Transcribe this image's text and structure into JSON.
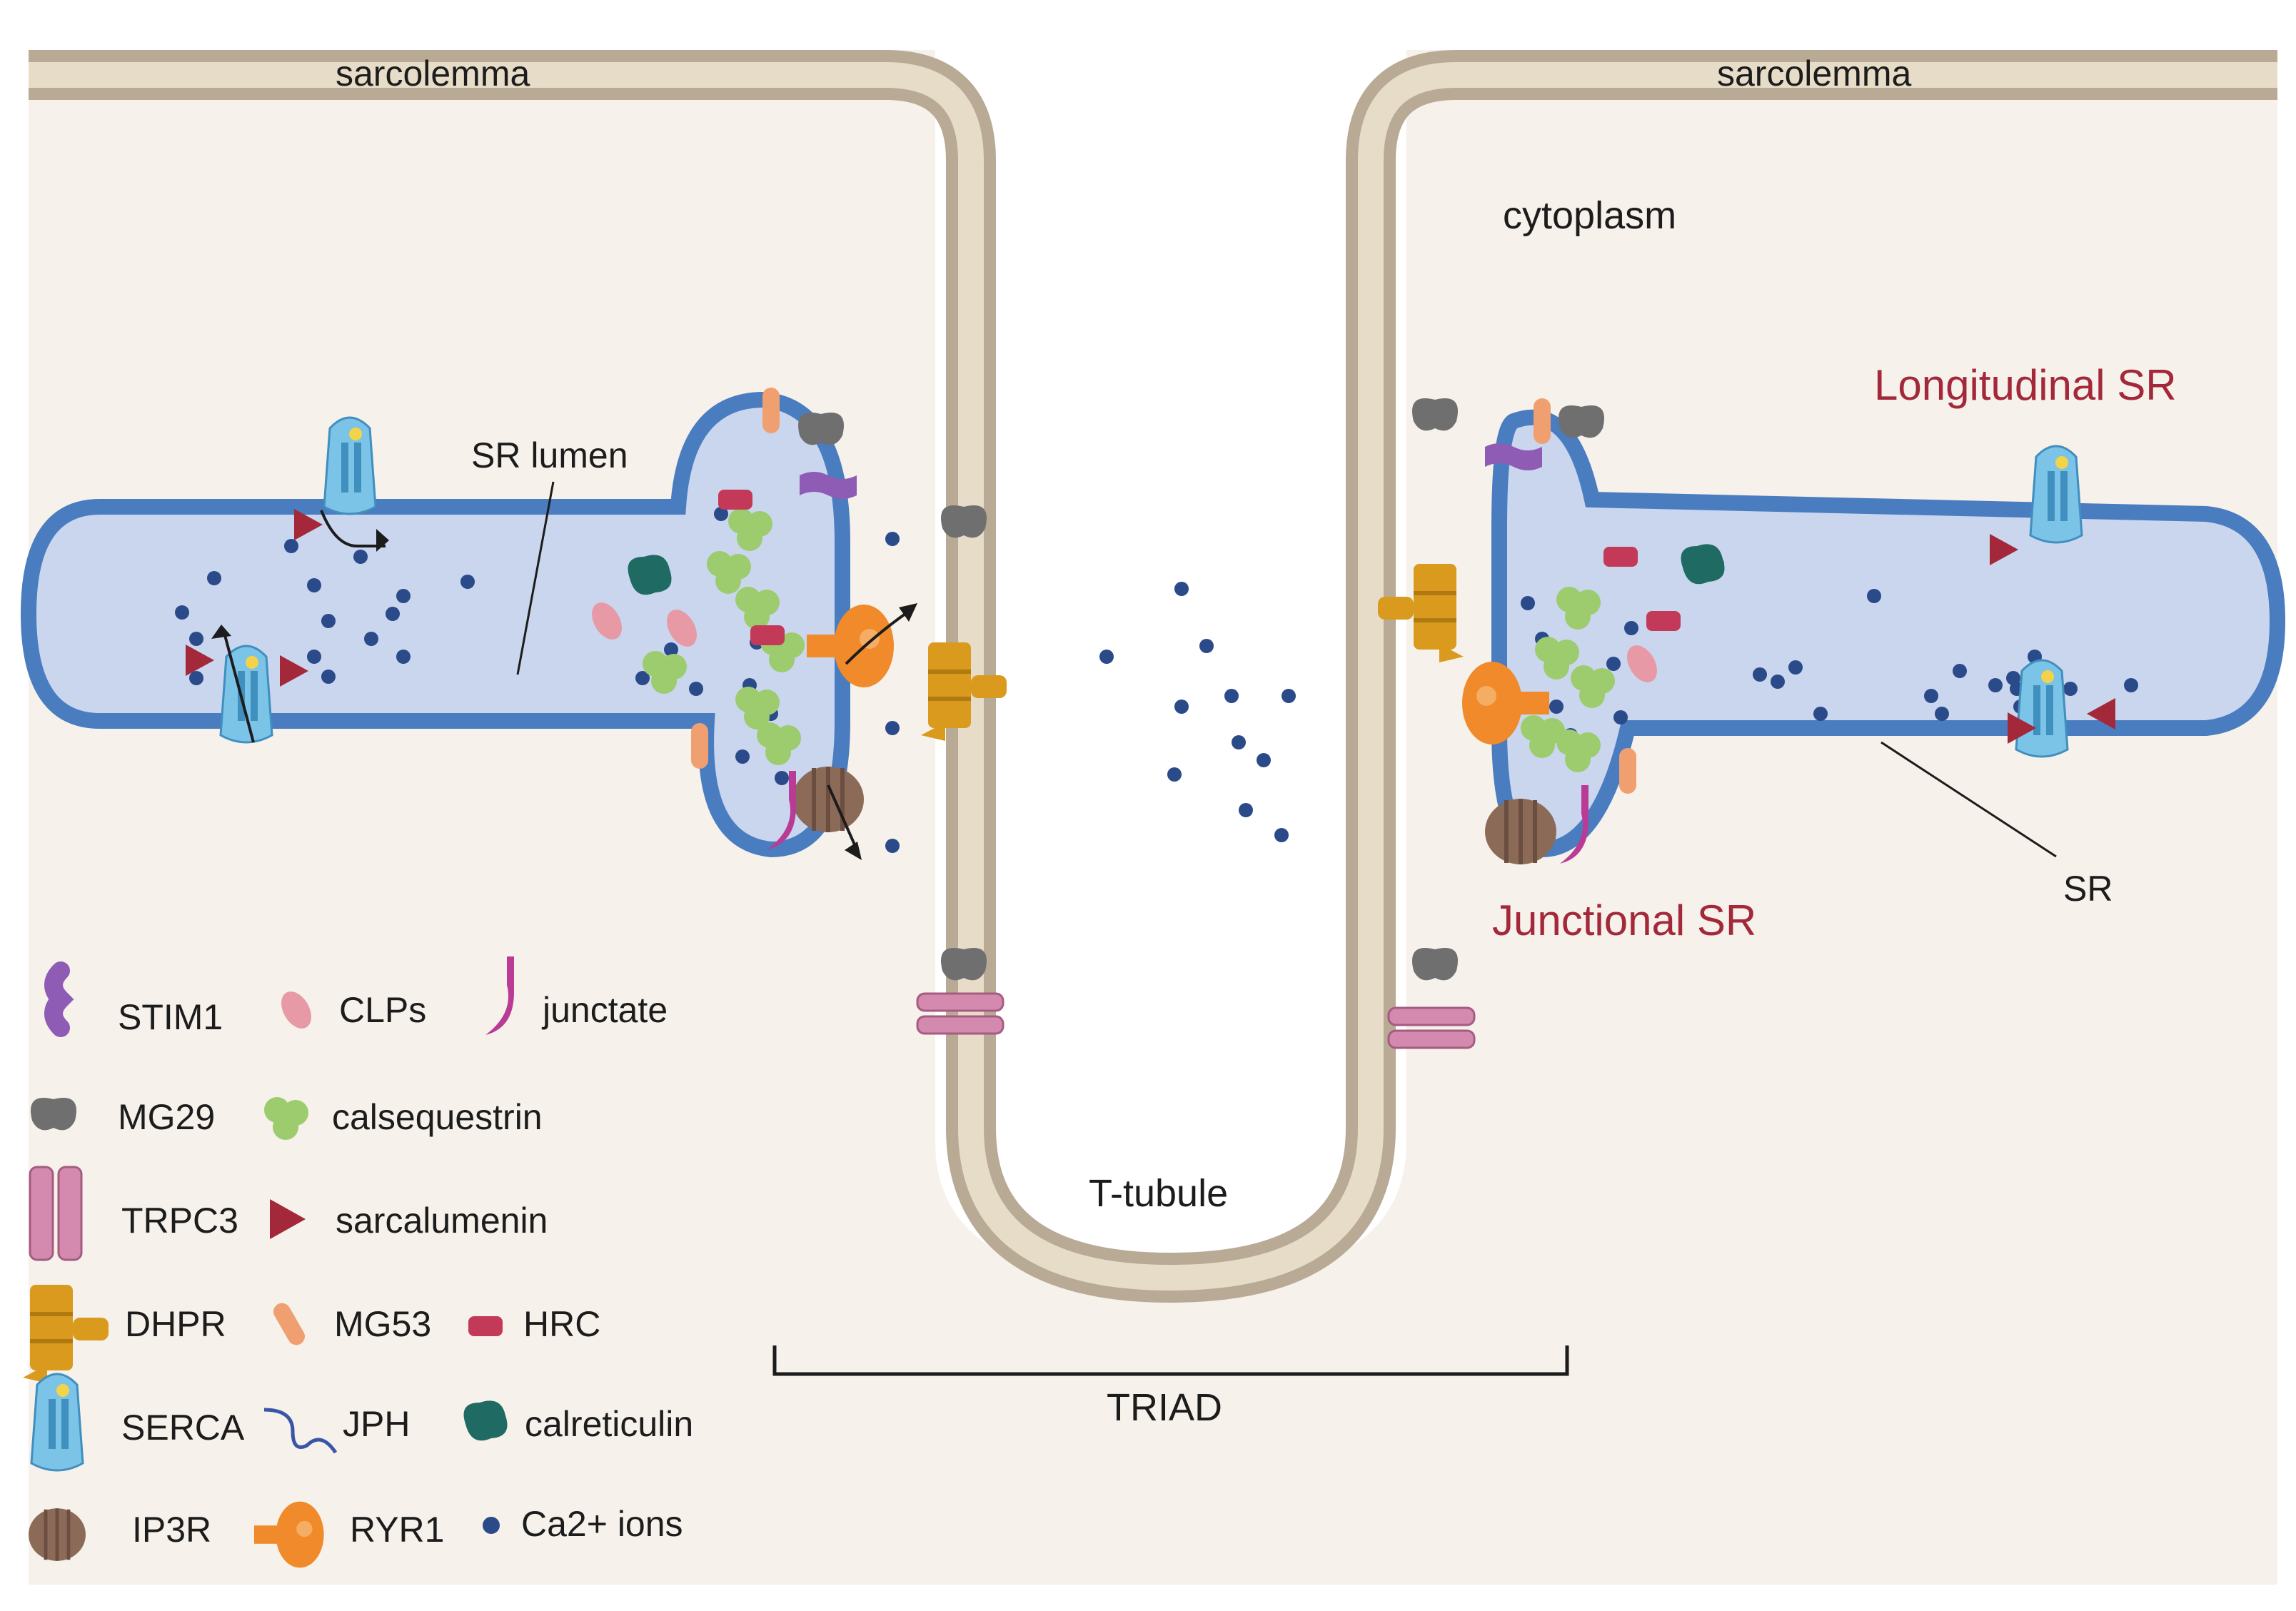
{
  "labels": {
    "sarcolemma_left": "sarcolemma",
    "sarcolemma_right": "sarcolemma",
    "cytoplasm": "cytoplasm",
    "sr_lumen": "SR lumen",
    "longitudinal_sr": "Longitudinal SR",
    "junctional_sr": "Junctional SR",
    "sr": "SR",
    "t_tubule": "T-tubule",
    "triad": "TRIAD"
  },
  "legend": [
    {
      "key": "stim1",
      "label": "STIM1",
      "icon": "stim1-icon",
      "color": "#8e5bb5"
    },
    {
      "key": "clps",
      "label": "CLPs",
      "icon": "clps-icon",
      "color": "#e79aa6"
    },
    {
      "key": "junctate",
      "label": "junctate",
      "icon": "junctate-icon",
      "color": "#b93b96"
    },
    {
      "key": "mg29",
      "label": "MG29",
      "icon": "mg29-icon",
      "color": "#6f6f6f"
    },
    {
      "key": "calsequestrin",
      "label": "calsequestrin",
      "icon": "calsequestrin-icon",
      "color": "#9ccc6e"
    },
    {
      "key": "trpc3",
      "label": "TRPC3",
      "icon": "trpc3-icon",
      "color": "#d48aae"
    },
    {
      "key": "sarcalumenin",
      "label": "sarcalumenin",
      "icon": "sarcalumenin-icon",
      "color": "#a3283a"
    },
    {
      "key": "dhpr",
      "label": "DHPR",
      "icon": "dhpr-icon",
      "color": "#d99a1e"
    },
    {
      "key": "mg53",
      "label": "MG53",
      "icon": "mg53-icon",
      "color": "#f0a070"
    },
    {
      "key": "hrc",
      "label": "HRC",
      "icon": "hrc-icon",
      "color": "#c23a57"
    },
    {
      "key": "serca",
      "label": "SERCA",
      "icon": "serca-icon",
      "color": "#7cc3e8"
    },
    {
      "key": "jph",
      "label": "JPH",
      "icon": "jph-icon",
      "color": "#3a55a8"
    },
    {
      "key": "calreticulin",
      "label": "calreticulin",
      "icon": "calreticulin-icon",
      "color": "#1f6b63"
    },
    {
      "key": "ip3r",
      "label": "IP3R",
      "icon": "ip3r-icon",
      "color": "#8c6a58"
    },
    {
      "key": "ryr1",
      "label": "RYR1",
      "icon": "ryr1-icon",
      "color": "#f08a2a"
    },
    {
      "key": "ca_ions",
      "label": "Ca2+ ions",
      "icon": "ca-ion-icon",
      "color": "#2a4a8a"
    }
  ],
  "colors": {
    "background": "#f6f1ea",
    "membrane_outer": "#b8aa94",
    "membrane_inner": "#e6dcc8",
    "sr_fill": "#c9d6ee",
    "sr_border": "#4a7cc0",
    "tubule_lumen": "#ffffff",
    "label_red": "#a3283a"
  }
}
